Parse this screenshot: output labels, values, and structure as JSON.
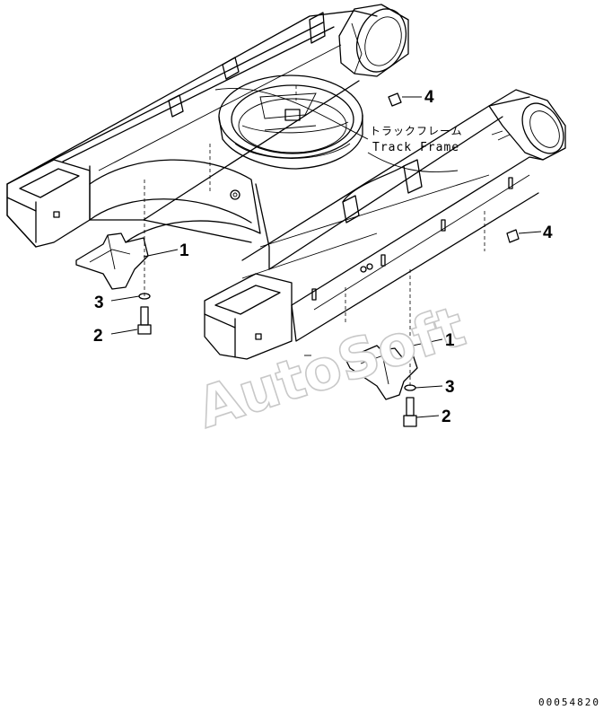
{
  "diagram": {
    "label_jp": "トラックフレーム",
    "label_en": "Track Frame",
    "watermark": "AutoSoft",
    "drawing_number": "00054820",
    "callouts": [
      {
        "id": "1a",
        "number": "1"
      },
      {
        "id": "3a",
        "number": "3"
      },
      {
        "id": "2a",
        "number": "2"
      },
      {
        "id": "4a",
        "number": "4"
      },
      {
        "id": "4b",
        "number": "4"
      },
      {
        "id": "1b",
        "number": "1"
      },
      {
        "id": "3b",
        "number": "3"
      },
      {
        "id": "2b",
        "number": "2"
      }
    ]
  }
}
